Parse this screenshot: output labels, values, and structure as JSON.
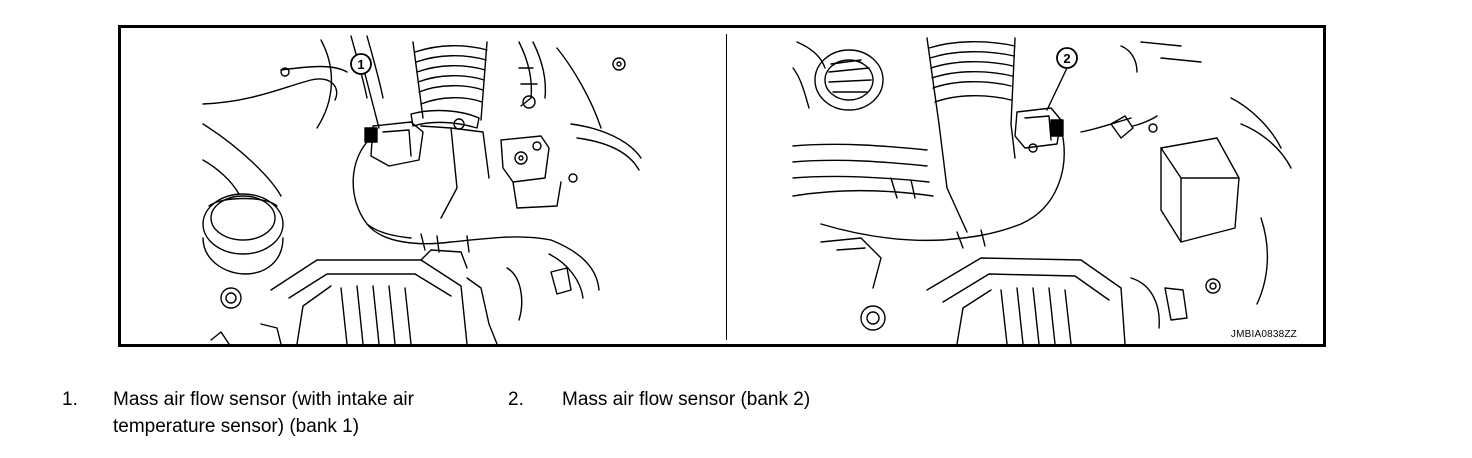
{
  "figure": {
    "id_label": "JMBIA0838ZZ",
    "panels": [
      {
        "callout": "1"
      },
      {
        "callout": "2"
      }
    ]
  },
  "legend": [
    {
      "number": "1.",
      "text": "Mass air flow sensor (with intake air temperature sensor) (bank 1)"
    },
    {
      "number": "2.",
      "text": "Mass air flow sensor (bank 2)"
    }
  ]
}
